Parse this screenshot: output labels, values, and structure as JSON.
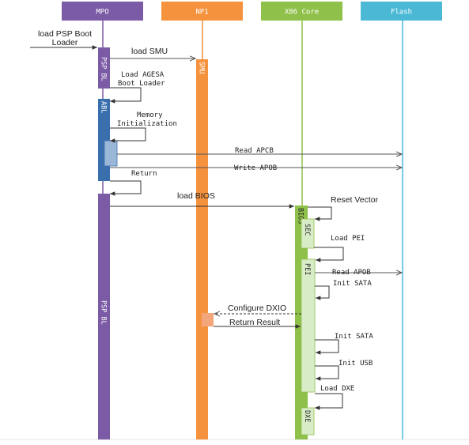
{
  "participants": {
    "mpo": {
      "label": "MPO",
      "color": "#7b5aa6"
    },
    "np1": {
      "label": "NP1",
      "color": "#f5923e"
    },
    "x86": {
      "label": "X86 Core",
      "color": "#8fc04a"
    },
    "flash": {
      "label": "Flash",
      "color": "#4bb9d6"
    }
  },
  "activations": {
    "psp_bl_top": "PSP BL",
    "abl": "ABL",
    "psp_bl_main": "PSP BL",
    "smu": "SMU",
    "bios": "BIOS",
    "sec": "SEC",
    "pei": "PEI",
    "dxe": "DXE"
  },
  "messages": {
    "load_psp_boot_loader": "load PSP Boot\nLoader",
    "load_smu": "load SMU",
    "load_agesa": "Load AGESA\nBoot Loader",
    "memory_init": "Memory\nInitialization",
    "read_apcb": "Read APCB",
    "write_apob": "Write APOB",
    "return": "Return",
    "load_bios": "load BIOS",
    "reset_vector": "Reset Vector",
    "load_pei": "Load PEI",
    "read_apob": "Read APOB",
    "init_sata_1": "Init SATA",
    "configure_dxio": "Configure DXIO",
    "return_result": "Return Result",
    "init_sata_2": "Init SATA",
    "init_usb": "Init USB",
    "load_dxe": "Load DXE"
  },
  "colors": {
    "line": "#555555",
    "abl_blue": "#3a6fae",
    "abl_light": "#9ab7d8",
    "pei_pale": "#d9ecc8",
    "np1_box": "#f3a67a"
  }
}
